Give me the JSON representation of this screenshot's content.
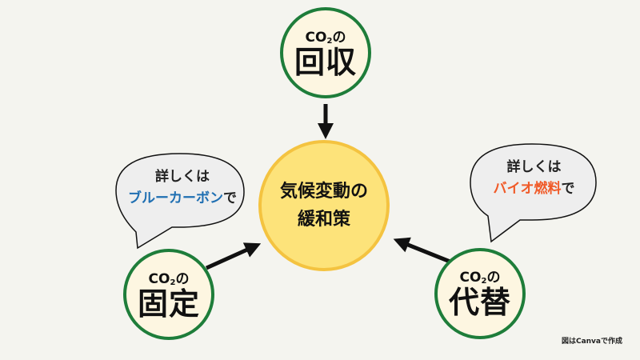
{
  "colors": {
    "background": "#f4f4ef",
    "node_fill": "#fdf6e1",
    "node_border": "#1e7d3a",
    "center_fill": "#fde37a",
    "center_border": "#f4c340",
    "bubble_fill": "#eeeeee",
    "arrow": "#111111",
    "highlight_blue": "#1f6fb2",
    "highlight_orange": "#f05a28"
  },
  "center": {
    "line1": "気候変動の",
    "line2": "緩和策"
  },
  "nodes": {
    "top": {
      "prefix": "CO",
      "subscript": "2",
      "suffix": "の",
      "title": "回収"
    },
    "left": {
      "prefix": "CO",
      "subscript": "2",
      "suffix": "の",
      "title": "固定"
    },
    "right": {
      "prefix": "CO",
      "subscript": "2",
      "suffix": "の",
      "title": "代替"
    }
  },
  "bubbles": {
    "left": {
      "line1": "詳しくは",
      "highlight": "ブルーカーボン",
      "tail": "で"
    },
    "right": {
      "line1": "詳しくは",
      "highlight": "バイオ燃料",
      "tail": "で"
    }
  },
  "credit": "図はCanvaで作成"
}
